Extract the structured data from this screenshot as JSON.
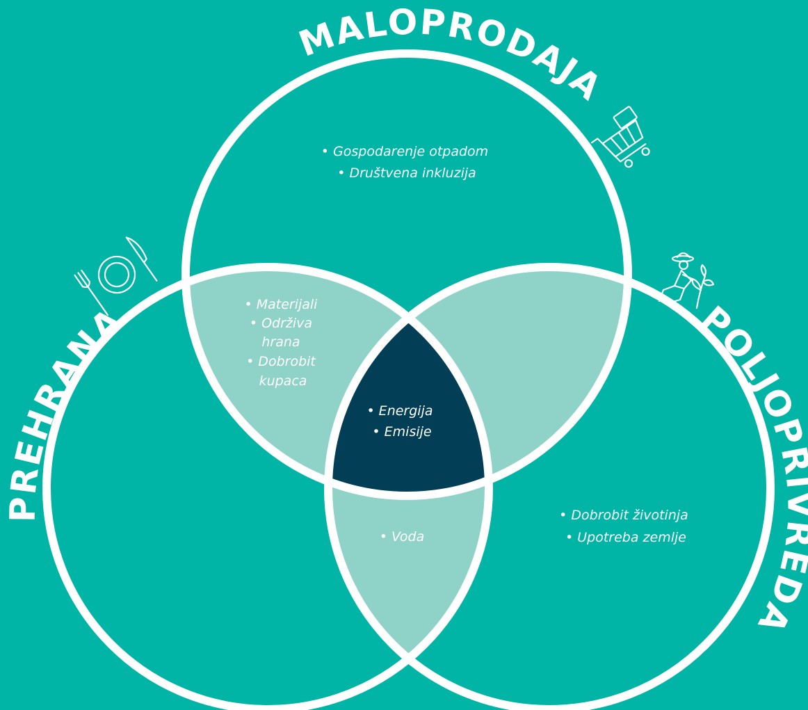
{
  "colors": {
    "background": "#00b5a5",
    "two_way_overlap": "#8fd3c8",
    "center_overlap": "#023f57",
    "outline": "#ffffff",
    "text": "#ffffff"
  },
  "circles": {
    "retail": {
      "title": "MALOPRODAJA",
      "icon": "shopping-cart-icon",
      "items": [
        "• Gospodarenje otpadom",
        "• Društvena inkluzija"
      ]
    },
    "food": {
      "title": "PREHRANA",
      "icon": "plate-cutlery-icon",
      "items": []
    },
    "agriculture": {
      "title": "POLJOPRIVREDA",
      "icon": "farmer-plant-icon",
      "items": [
        "• Dobrobit životinja",
        "• Upotreba zemlje"
      ]
    }
  },
  "overlaps": {
    "retail_food": [
      "• Materijali",
      "• Održiva",
      "hrana",
      "• Dobrobit",
      "kupaca"
    ],
    "retail_agriculture": [],
    "food_agriculture": [
      "• Voda"
    ],
    "center": [
      "•  Energija",
      "•  Emisije"
    ]
  }
}
